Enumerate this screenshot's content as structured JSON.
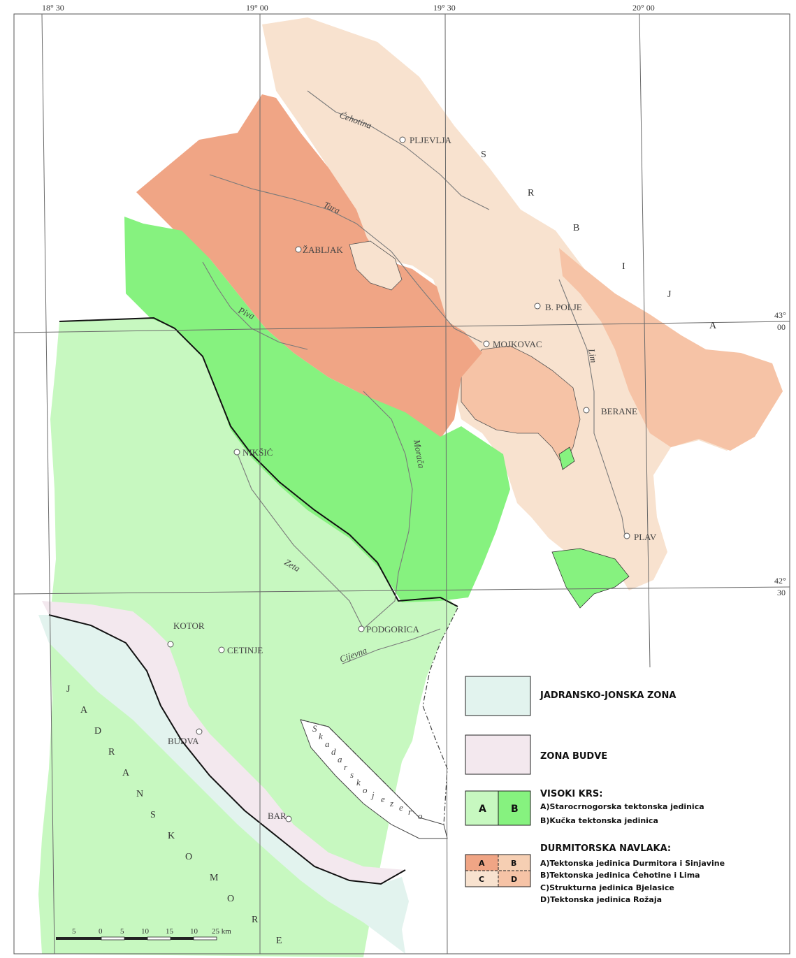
{
  "coordinates": {
    "top": [
      "18° 30",
      "19° 00",
      "19° 30",
      "20° 00"
    ],
    "lat_43": [
      "43°",
      "00"
    ],
    "lat_42": [
      "42°",
      "30"
    ]
  },
  "colors": {
    "jadransko_jonska": "#e2f3ee",
    "budva": "#f3e8ee",
    "visoki_krs_a": "#c7f8c0",
    "visoki_krs_b": "#86f27f",
    "durmitor_a": "#f0a585",
    "durmitor_b": "#f6cfb3",
    "durmitor_c": "#f8e2cf",
    "durmitor_d": "#f6c3a6"
  },
  "towns": {
    "pljevlja": "PLJEVLJA",
    "zabljak": "ŽABLJAK",
    "b_polje": "B. POLJE",
    "mojkovac": "MOJKOVAC",
    "berane": "BERANE",
    "niksic": "NIKŠIĆ",
    "plav": "PLAV",
    "kotor": "KOTOR",
    "cetinje": "CETINJE",
    "podgorica": "PODGORICA",
    "budva": "BUDVA",
    "bar": "BAR"
  },
  "rivers": {
    "cehotina": "Ćehotina",
    "tara": "Tara",
    "piva": "Piva",
    "lim": "Lim",
    "moraca": "Morača",
    "zeta": "Zeta",
    "cijevna": "Cijevna"
  },
  "regions": {
    "srbija": [
      "S",
      "R",
      "B",
      "I",
      "J",
      "A"
    ],
    "jadransko_more": [
      "J",
      "A",
      "D",
      "R",
      "A",
      "N",
      "S",
      "K",
      "O",
      "M",
      "O",
      "R",
      "E"
    ],
    "skadarsko_jezero": [
      "S",
      "k",
      "a",
      "d",
      "a",
      "r",
      "s",
      "k",
      "o",
      "j",
      "e",
      "z",
      "e",
      "r",
      "o"
    ]
  },
  "legend": {
    "jadransko_jonska": "JADRANSKO-JONSKA ZONA",
    "budva": "ZONA BUDVE",
    "visoki_krs": {
      "title": "VISOKI KRS:",
      "letter_a": "A",
      "letter_b": "B",
      "items": [
        "A)Starocrnogorska tektonska jedinica",
        "B)Kučka tektonska jedinica"
      ]
    },
    "durmitor": {
      "title": "DURMITORSKA NAVLAKA:",
      "letters": [
        "A",
        "B",
        "C",
        "D"
      ],
      "items": [
        "A)Tektonska jedinica Durmitora i Sinjavine",
        "B)Tektonska jedinica Ćehotine i Lima",
        "C)Strukturna jedinica Bjelasice",
        "D)Tektonska jedinica Rožaja"
      ]
    }
  },
  "scale": {
    "ticks": [
      "5",
      "0",
      "5",
      "10",
      "15",
      "10"
    ],
    "last": "25 km"
  }
}
